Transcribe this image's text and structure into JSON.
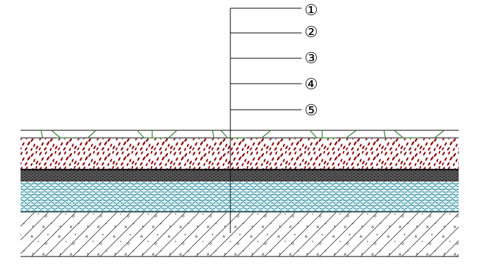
{
  "callouts": [
    {
      "label": "①"
    },
    {
      "label": "②"
    },
    {
      "label": "③"
    },
    {
      "label": "④"
    },
    {
      "label": "⑤"
    }
  ],
  "colors": {
    "outline": "#000000",
    "tile_green": "#2e7d32",
    "mortar_red": "#8b1010",
    "mortar_bg": "#ffffff",
    "membrane_dark": "#3a3a3a",
    "insulation_cyan": "#2a8fa0",
    "concrete_hatch": "#333333"
  }
}
